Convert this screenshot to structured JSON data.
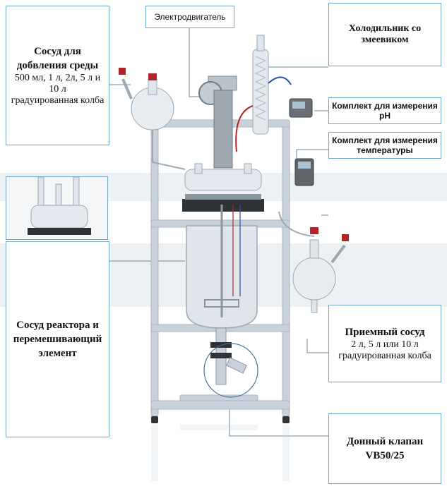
{
  "callouts": {
    "motor": "Электродвигатель",
    "condenser": "Холодильник со змеевиком",
    "dosing_title": "Сосуд для добвления среды",
    "dosing_sizes": "500 мл, 1 л, 2л, 5 л и 10 л",
    "dosing_type": "градуированная колба",
    "ph_kit": "Комплект для измерения pH",
    "temp_kit": "Комплект для измерения температуры",
    "reactor": "Сосуд реактора и перемешивающий элемент",
    "receiver_title": "Приемный сосуд",
    "receiver_sizes": "2 л, 5 л или 10 л",
    "receiver_type": "градуированная колба",
    "valve": "Донный клапан VB50/25"
  },
  "colors": {
    "callout_border": "#6fa8c8",
    "leader_line": "#6b8799",
    "frame": "#c9d2da",
    "glass": "#dfe5ea",
    "red_cap": "#b3232a"
  }
}
